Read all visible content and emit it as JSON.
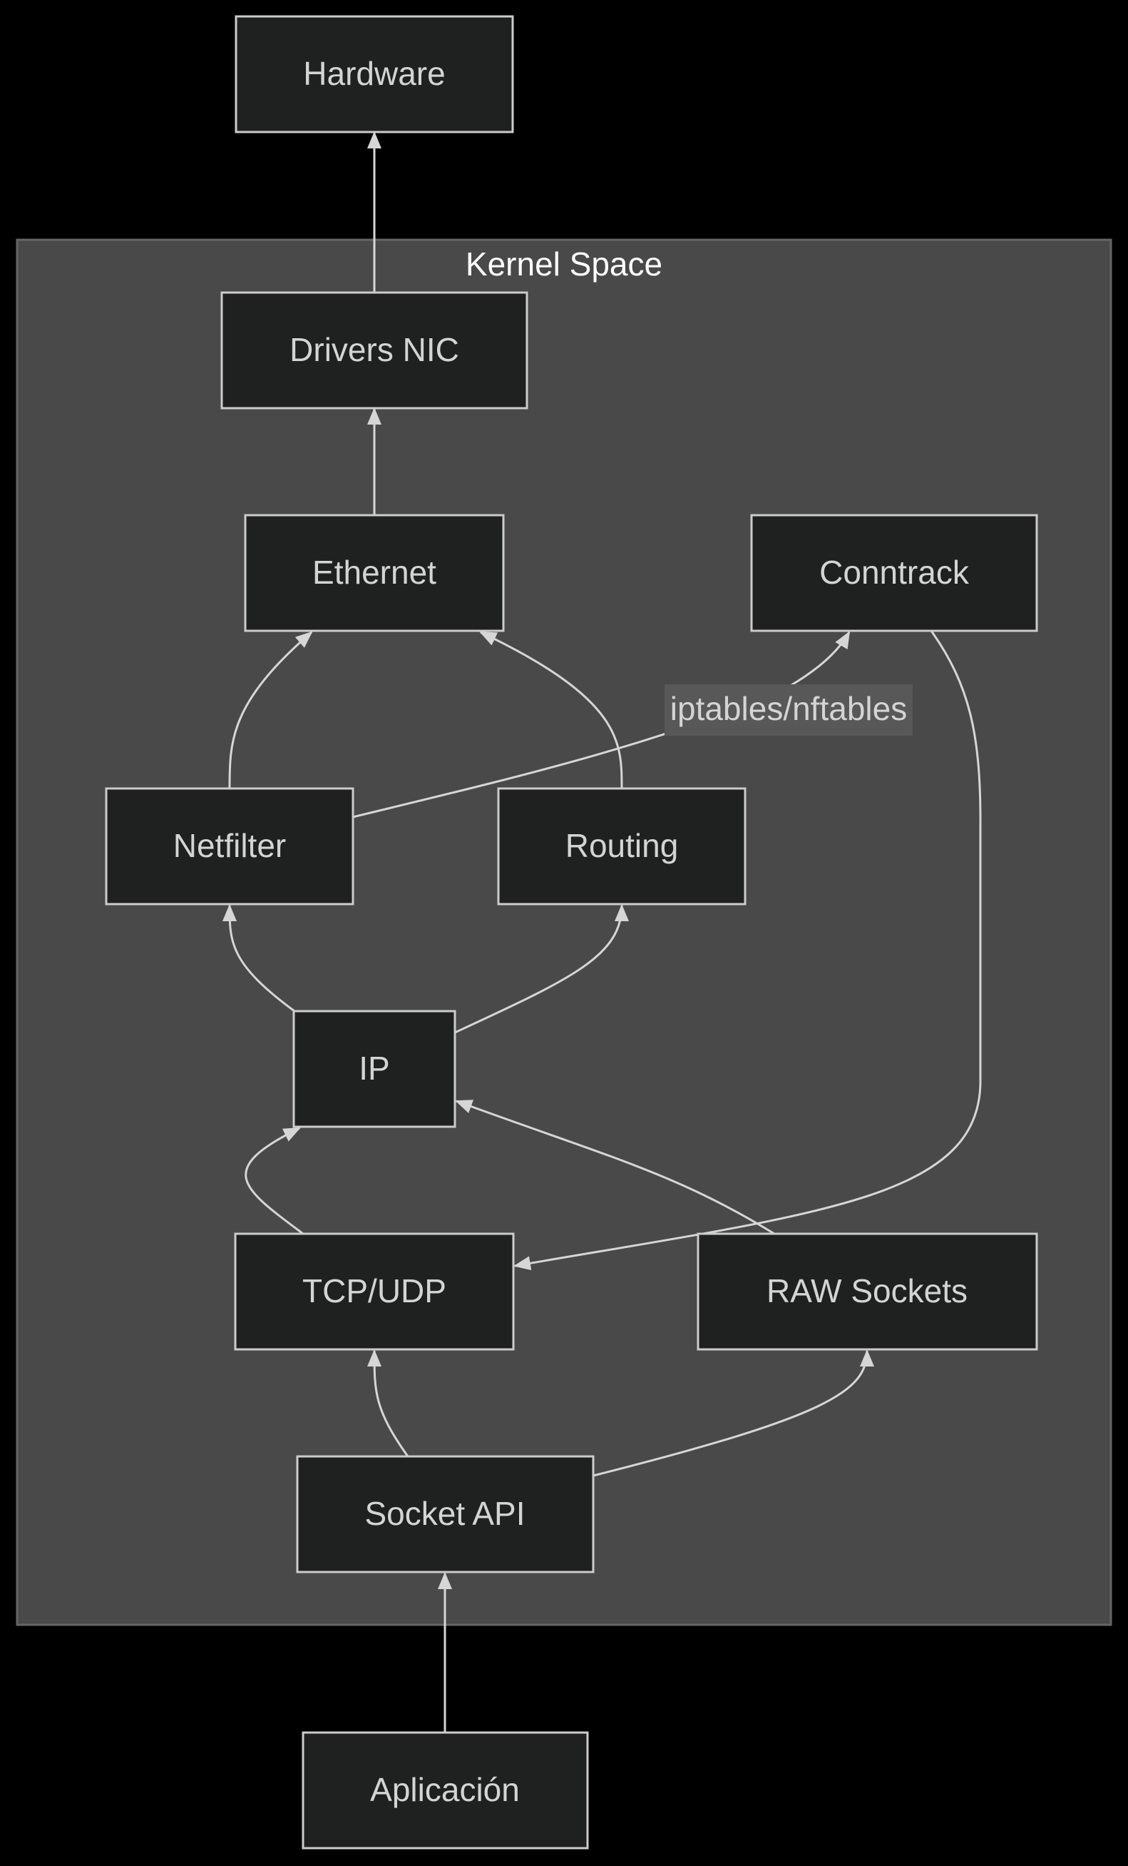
{
  "diagram": {
    "cluster": {
      "label": "Kernel Space"
    },
    "nodes": {
      "hardware": "Hardware",
      "drivers_nic": "Drivers NIC",
      "ethernet": "Ethernet",
      "conntrack": "Conntrack",
      "netfilter": "Netfilter",
      "routing": "Routing",
      "ip": "IP",
      "tcp_udp": "TCP/UDP",
      "raw_sockets": "RAW Sockets",
      "socket_api": "Socket API",
      "aplicacion": "Aplicación"
    },
    "edge_labels": {
      "netfilter_conntrack": "iptables/nftables"
    },
    "colors": {
      "background": "#000000",
      "cluster_fill": "#484948",
      "node_fill": "#1f2020",
      "node_stroke": "#cccccc",
      "edge": "#d6d6d6",
      "text": "#d4d4d4"
    }
  }
}
